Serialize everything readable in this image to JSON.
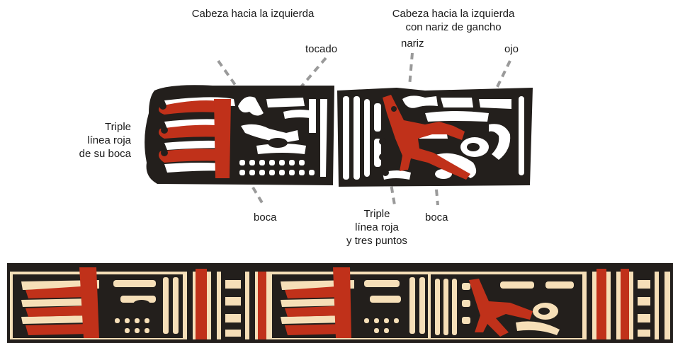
{
  "colors": {
    "black": "#231f1c",
    "red": "#c0311a",
    "white": "#ffffff",
    "cream": "#f6dfb8",
    "leader": "#9a9a9a"
  },
  "labels": {
    "head_left": "Cabeza hacia la izquierda",
    "head_left_hook_1": "Cabeza hacia la izquierda",
    "head_left_hook_2": "con nariz de gancho",
    "tocado": "tocado",
    "nariz": "nariz",
    "ojo": "ojo",
    "triple_1": "Triple",
    "triple_2": "línea roja",
    "triple_3": "de su boca",
    "boca_left": "boca",
    "triple_dots_1": "Triple",
    "triple_dots_2": "línea roja",
    "triple_dots_3": "y tres puntos",
    "boca_right": "boca"
  }
}
